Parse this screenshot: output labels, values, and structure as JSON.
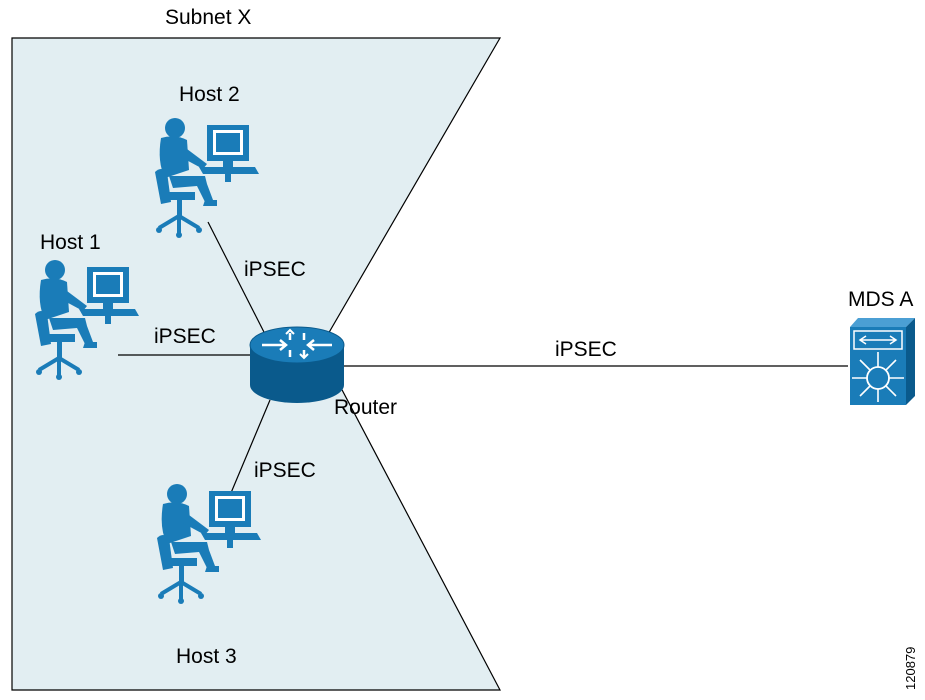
{
  "subnet": {
    "label": "Subnet X",
    "fill": "#e2eef2"
  },
  "hosts": [
    {
      "label": "Host 1"
    },
    {
      "label": "Host 2"
    },
    {
      "label": "Host 3"
    }
  ],
  "router": {
    "label": "Router"
  },
  "switch": {
    "label": "MDS A"
  },
  "links": [
    {
      "label": "iPSEC"
    },
    {
      "label": "iPSEC"
    },
    {
      "label": "iPSEC"
    },
    {
      "label": "iPSEC"
    }
  ],
  "figure_id": "120879",
  "colors": {
    "device": "#1a7cb8",
    "device_dark": "#0a5a8c",
    "line": "#000000"
  }
}
